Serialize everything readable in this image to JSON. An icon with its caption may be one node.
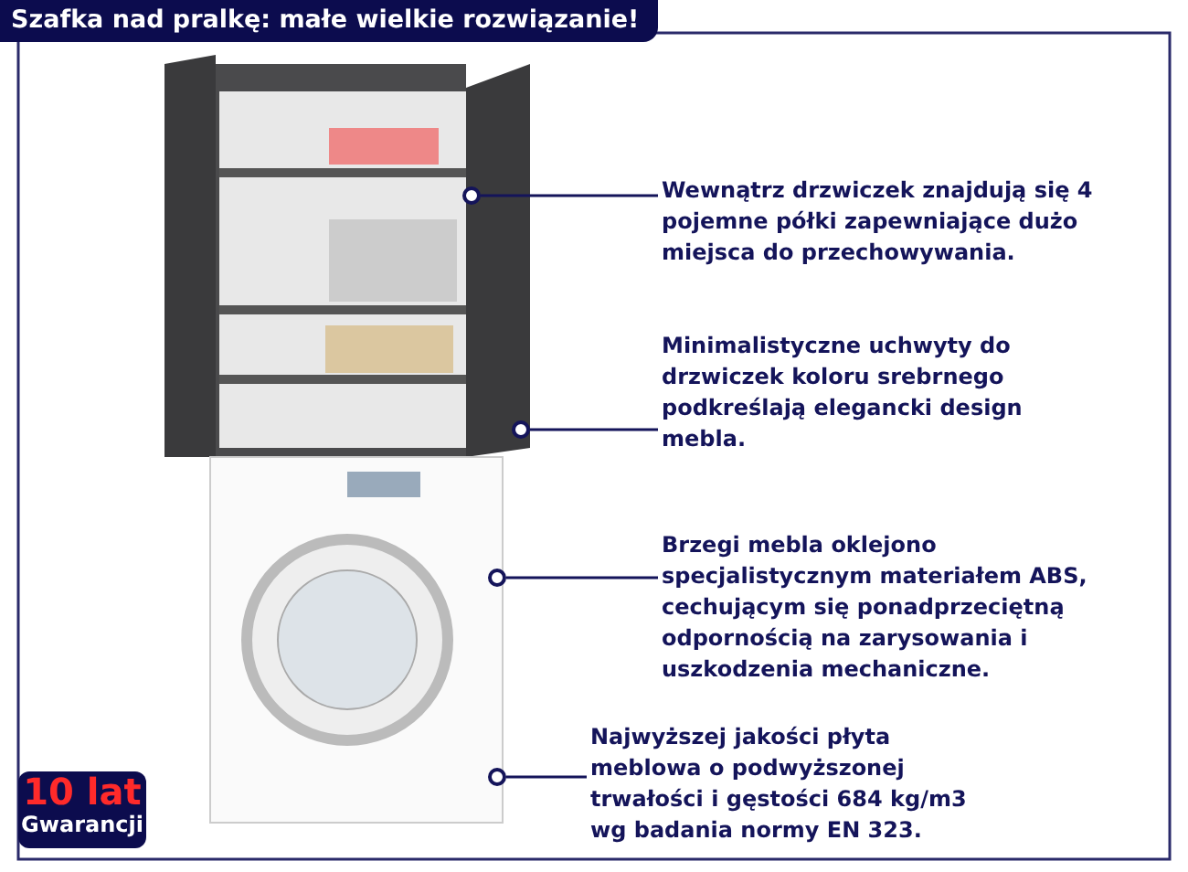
{
  "diagram": {
    "title": "Szafka nad pralkę: małe wielkie rozwiązanie!",
    "nodes": [
      {
        "text": [
          "Wewnątrz drzwiczek znajdują się 4 pojemne półki zapewniające dużo miejsca do przechowywania."
        ]
      },
      {
        "text": [
          "Minimalistyczne uchwyty do drzwiczek koloru srebrnego podkreślają elegancki design mebla."
        ]
      },
      {
        "text": [
          "Brzegi mebla oklejono specjalistycznym materiałem ABS, cechującym się ponadprzeciętną odpornością na zarysowania i uszkodzenia mechaniczne."
        ]
      },
      {
        "text": [
          "Najwyższej jakości płyta meblowa o podwyższonej trwałości i gęstości 684 kg/m3 wg badania normy EN 323."
        ]
      },
      {
        "text": [],
        "shape": "circle"
      },
      {
        "text": [],
        "shape": "circle"
      },
      {
        "text": [],
        "shape": "circle"
      },
      {
        "text": [],
        "shape": "circle"
      },
      {
        "text": [
          "10 lat",
          "Gwarancji"
        ]
      }
    ],
    "edges": [
      {
        "from": 0,
        "to": 4,
        "arrow": "none"
      },
      {
        "from": 1,
        "to": 5,
        "arrow": "none"
      },
      {
        "from": 2,
        "to": 6,
        "arrow": "none"
      },
      {
        "from": 3,
        "to": 7,
        "arrow": "none"
      }
    ]
  }
}
